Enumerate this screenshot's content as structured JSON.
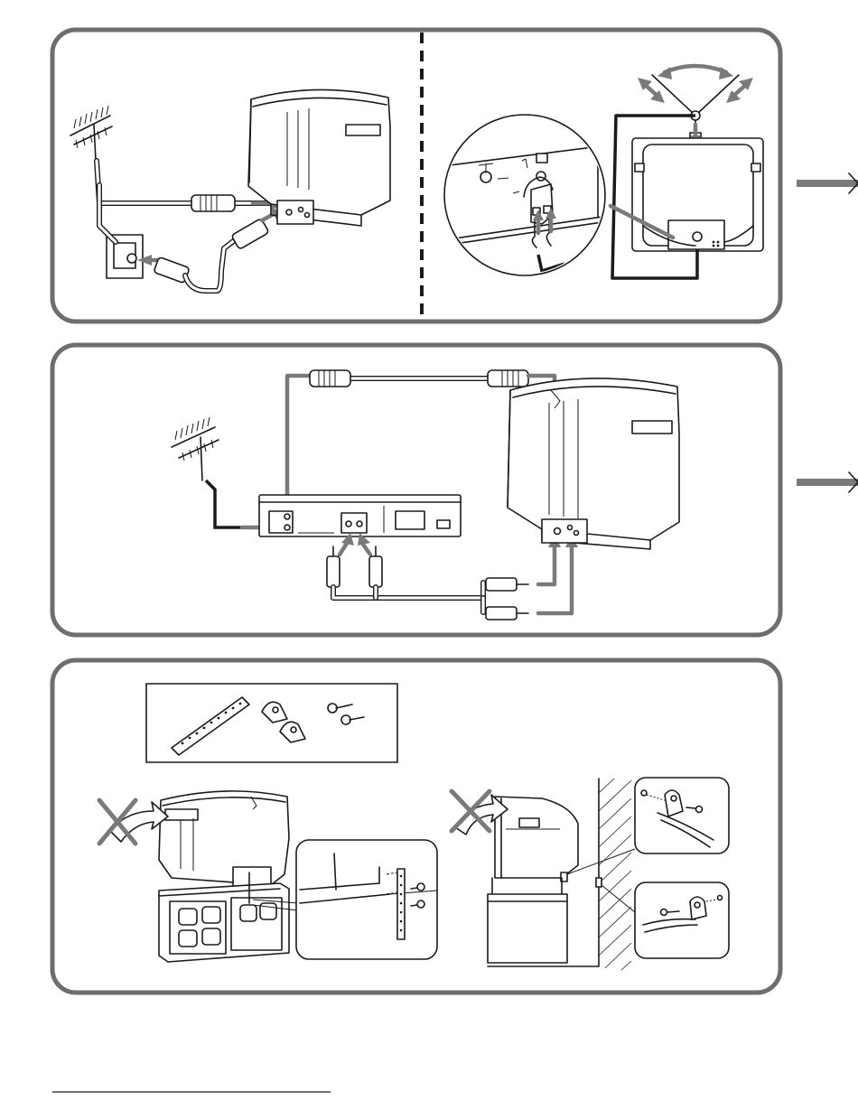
{
  "figure": {
    "panels": [
      {
        "id": "antenna-connection",
        "sub_panels": [
          "outdoor-antenna",
          "indoor-rabbit-ear-antenna"
        ]
      },
      {
        "id": "vcr-connection"
      },
      {
        "id": "safety-installation",
        "sub_panels": [
          "parts-kit",
          "stand-fixing",
          "wall-fixing"
        ]
      }
    ],
    "accent_colors": {
      "panel_border": "#6e6e6e",
      "connection_arrow": "#7a7a7a",
      "line_art": "#1a1a1a"
    }
  }
}
